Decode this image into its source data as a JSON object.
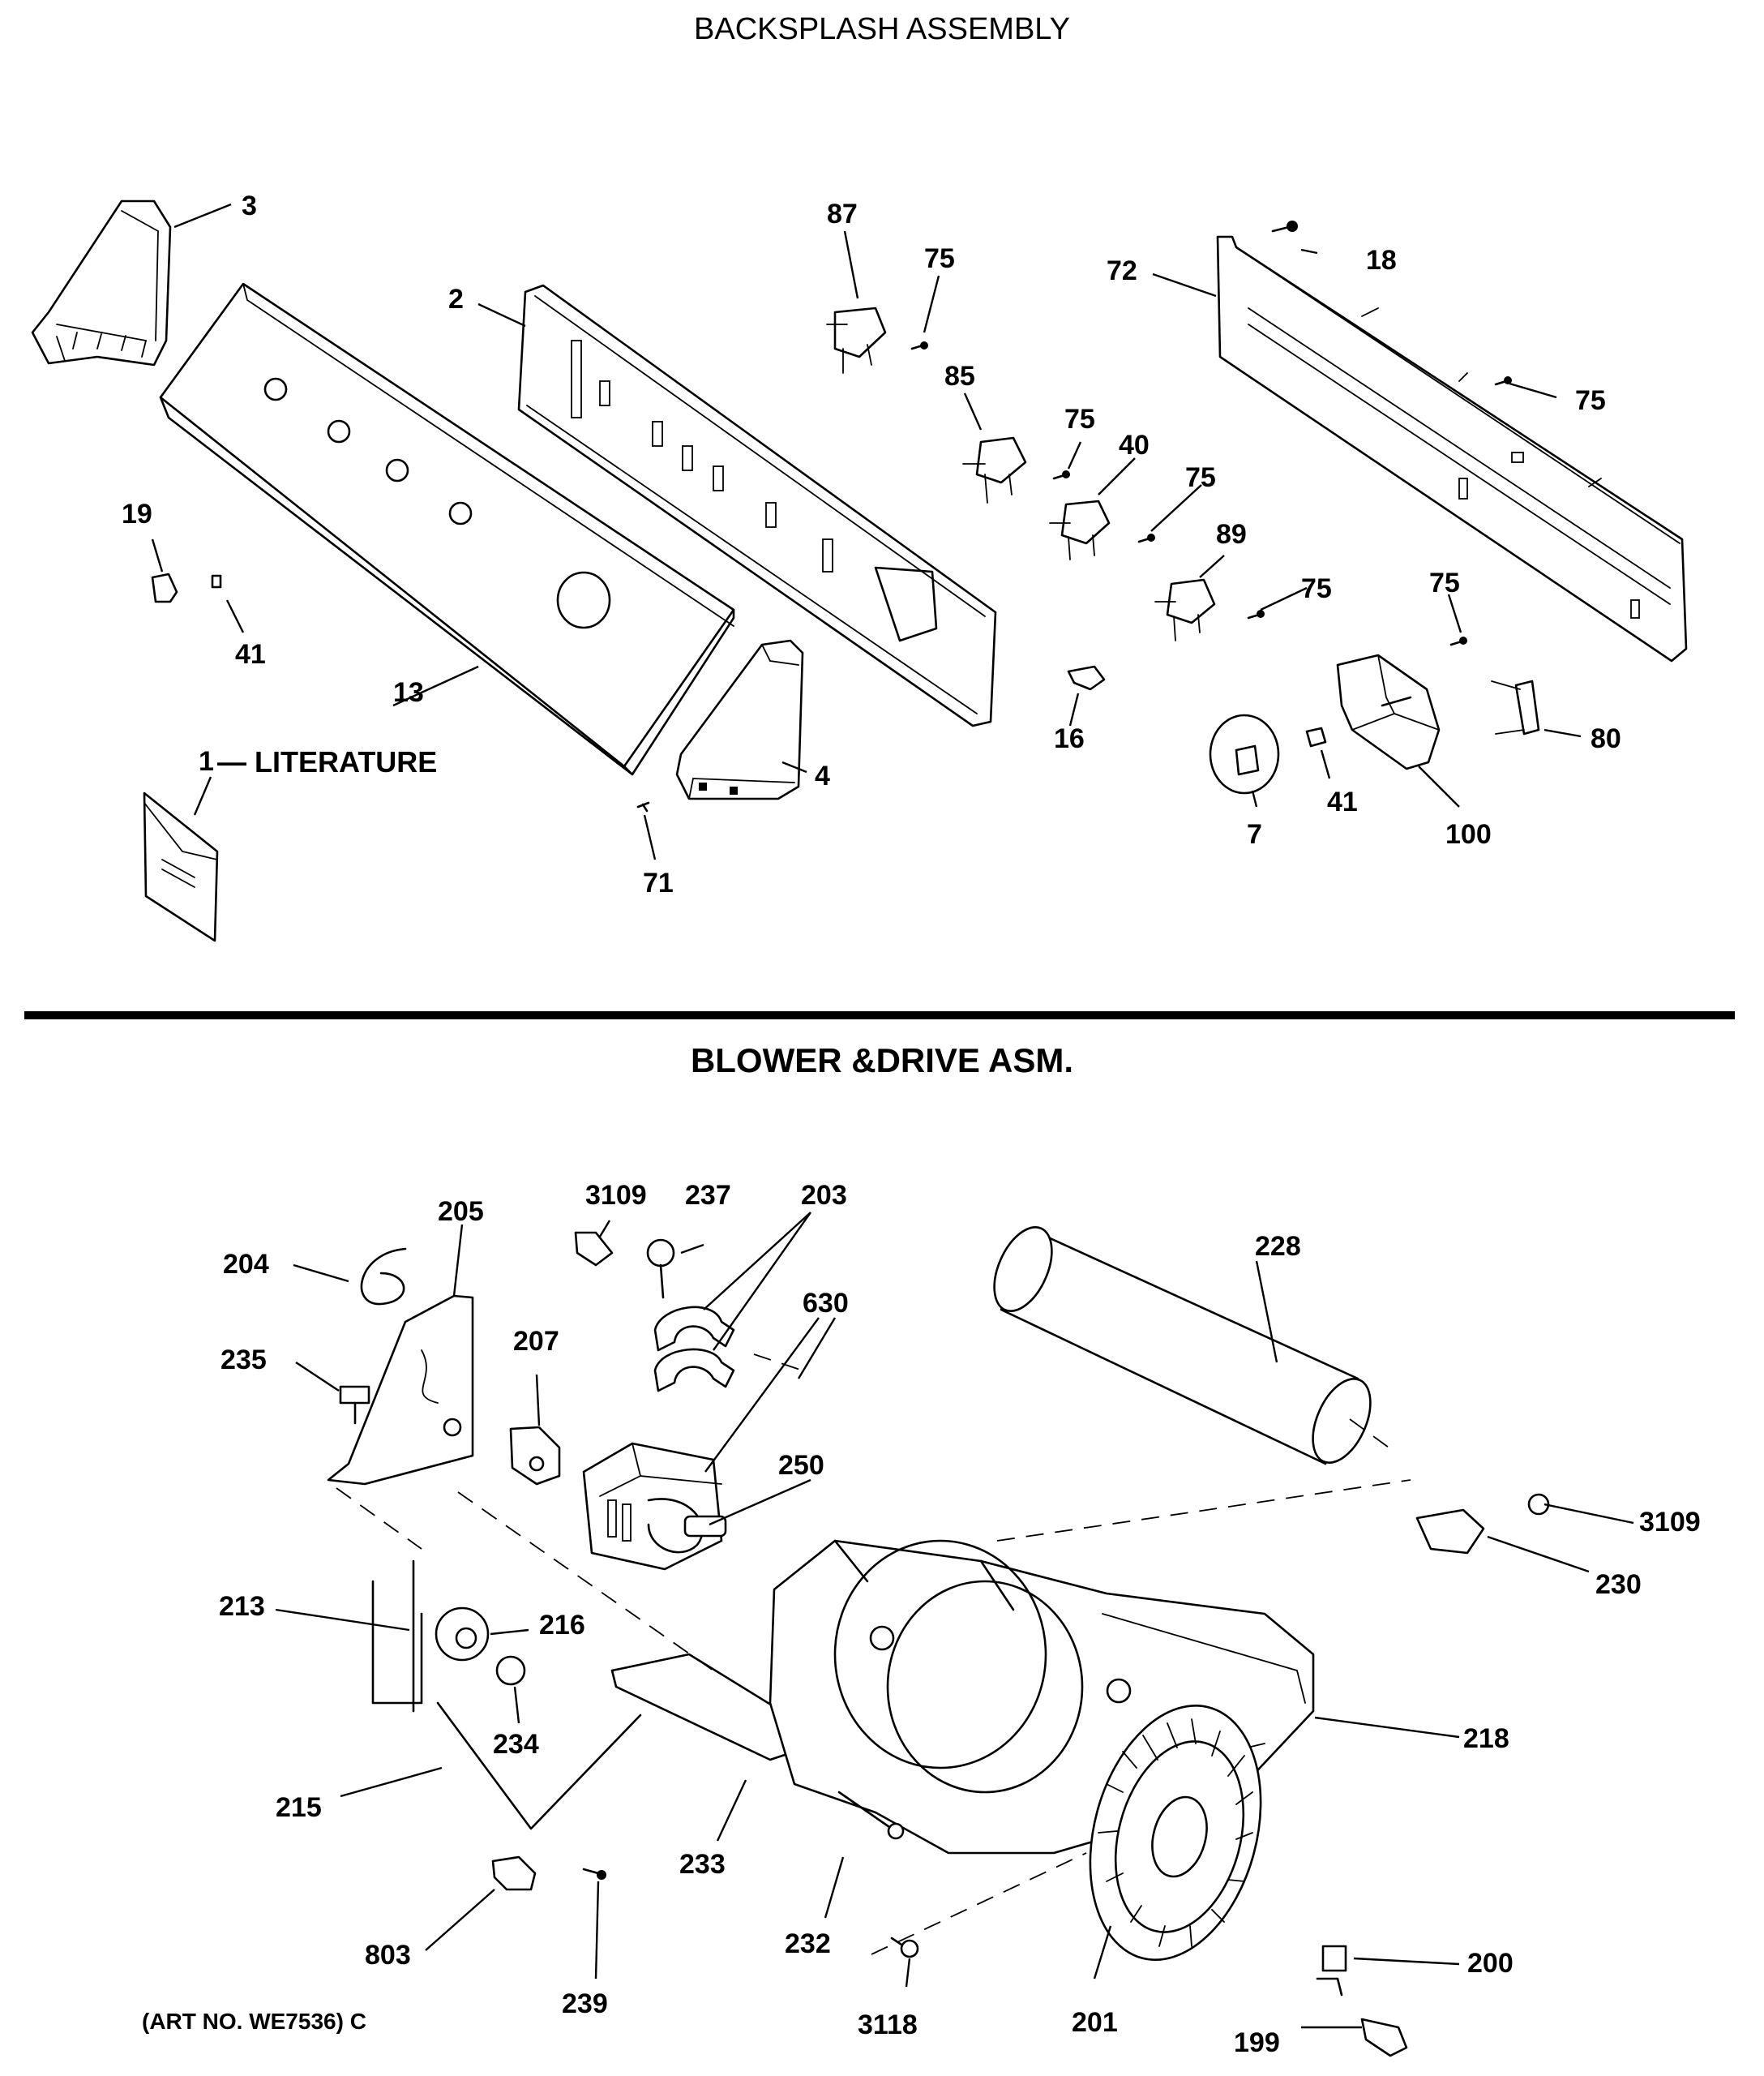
{
  "sections": {
    "top_title": "BACKSPLASH ASSEMBLY",
    "bottom_title": "BLOWER &DRIVE ASM.",
    "art_number": "(ART NO. WE7536) C"
  },
  "backsplash_callouts": {
    "c3": "3",
    "c2": "2",
    "c87": "87",
    "c75a": "75",
    "c72": "72",
    "c18": "18",
    "c75b": "75",
    "c85": "85",
    "c75c": "75",
    "c40": "40",
    "c75d": "75",
    "c89": "89",
    "c75e": "75",
    "c75f": "75",
    "c19": "19",
    "c41a": "41",
    "c13": "13",
    "c1": "1",
    "literature": "— LITERATURE",
    "c4": "4",
    "c71": "71",
    "c16": "16",
    "c80": "80",
    "c7": "7",
    "c41b": "41",
    "c100": "100"
  },
  "blower_callouts": {
    "c205": "205",
    "c204": "204",
    "c3109a": "3109",
    "c237": "237",
    "c203": "203",
    "c228": "228",
    "c235": "235",
    "c207": "207",
    "c630": "630",
    "c250": "250",
    "c3109b": "3109",
    "c230": "230",
    "c213": "213",
    "c216": "216",
    "c234": "234",
    "c218": "218",
    "c215": "215",
    "c233": "233",
    "c232": "232",
    "c803": "803",
    "c239": "239",
    "c3118": "3118",
    "c201": "201",
    "c200": "200",
    "c199": "199"
  }
}
